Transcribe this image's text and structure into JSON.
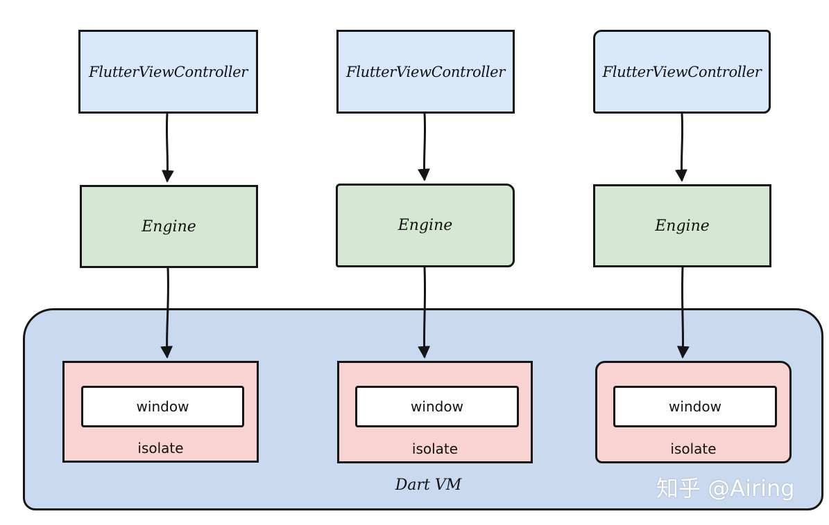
{
  "controllers": [
    {
      "label": "FlutterViewController"
    },
    {
      "label": "FlutterViewController"
    },
    {
      "label": "FlutterViewController"
    }
  ],
  "engines": [
    {
      "label": "Engine"
    },
    {
      "label": "Engine"
    },
    {
      "label": "Engine"
    }
  ],
  "dart_vm": {
    "label": "Dart VM"
  },
  "isolates": [
    {
      "label": "isolate",
      "window_label": "window"
    },
    {
      "label": "isolate",
      "window_label": "window"
    },
    {
      "label": "isolate",
      "window_label": "window"
    }
  ],
  "watermark": "知乎 @Airing",
  "colors": {
    "controller_fill": "#dae8fc",
    "engine_fill": "#d5e8d4",
    "dart_vm_fill": "#c9d9ef",
    "isolate_fill": "#f8d3d2",
    "window_fill": "#ffffff",
    "stroke": "#151515"
  }
}
